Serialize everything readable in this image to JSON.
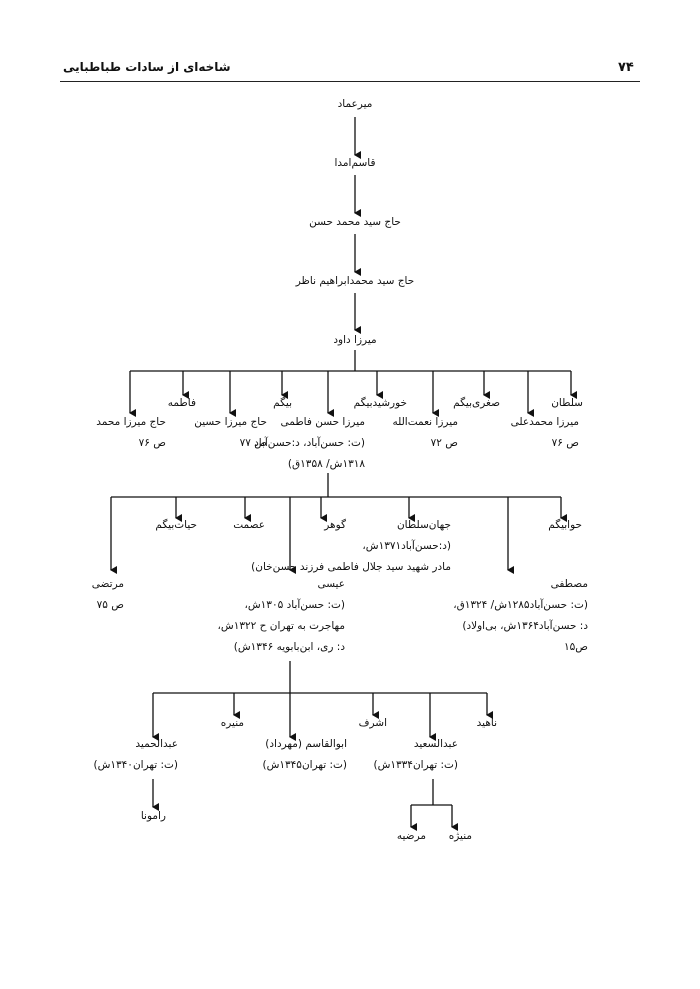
{
  "header": {
    "title": "شاخه‌ای از سادات طباطبایی",
    "page_number": "۷۴"
  },
  "chain": {
    "n1": "میرعماد",
    "n2": "قاسم‌امدا",
    "n3": "حاج سید محمد حسن",
    "n4": "حاج سید محمدابراهیم ناظر",
    "n5": "میرزا داود"
  },
  "g1": {
    "soltan": "سلطان",
    "mirza_mohammadali": "میرزا محمدعلی",
    "mirza_mohammadali_ref": "ص ۷۶",
    "soghra_beygom": "صغری‌بیگم",
    "mirza_nematollah": "میرزا نعمت‌الله",
    "mirza_nematollah_ref": "ص ۷۲",
    "khorshid_beygom": "خورشیدبیگم",
    "mirza_hasan_fatemi": "میرزا حسن فاطمی",
    "mirza_hasan_fatemi_l2": "(ت: حسن‌آباد، د:حسن‌آباد",
    "mirza_hasan_fatemi_l3": "۱۳۱۸ش/ ۱۳۵۸ق)",
    "beygom": "بیگم",
    "haj_mirza_hossein": "حاج میرزا حسین",
    "haj_mirza_hossein_ref": "ص ۷۷",
    "fatemeh": "فاطمه",
    "haj_mirza_mohammad": "حاج میرزا محمد",
    "haj_mirza_mohammad_ref": "ص ۷۶"
  },
  "g2": {
    "havabeygom": "حوابیگم",
    "mostafa": "مصطفی",
    "mostafa_l2": "(ت: حسن‌آباد۱۲۸۵ش/ ۱۳۲۴ق،",
    "mostafa_l3": "د: حسن‌آباد۱۳۶۴ش، بی‌اولاد)",
    "mostafa_ref": "ص۱۵",
    "jahansoltan": "جهان‌سلطان",
    "jahansoltan_l2": "(د:حسن‌آباد۱۳۷۱ش،",
    "jahansoltan_l3": "مادر شهید سید جلال فاطمی فرزند حسن‌خان)",
    "gohar": "گوهر",
    "isa": "عیسی",
    "isa_l2": "(ت: حسن‌آباد ۱۳۰۵ش،",
    "isa_l3": "مهاجرت به تهران ح ۱۳۲۲ش،",
    "isa_l4": "د: ری، ابن‌بابویه ۱۳۴۶ش)",
    "esmat": "عصمت",
    "hayatbeygom": "حیات‌بیگم",
    "morteza": "مرتضی",
    "morteza_ref": "ص ۷۵"
  },
  "g3": {
    "nahid": "ناهید",
    "abdolsaeid": "عبدالسعید",
    "abdolsaeid_l2": "(ت: تهران۱۳۳۴ش)",
    "ashraf": "اشرف",
    "abolghasem": "ابوالقاسم (مهرداد)",
    "abolghasem_l2": "(ت: تهران۱۳۴۵ش)",
    "monireh": "منیره",
    "abdolhamid": "عبدالحمید",
    "abdolhamid_l2": "(ت: تهران۱۳۴۰ش)"
  },
  "g4": {
    "monizheh": "منیژه",
    "marziyeh": "مرضیه",
    "ramona": "رامونا"
  }
}
